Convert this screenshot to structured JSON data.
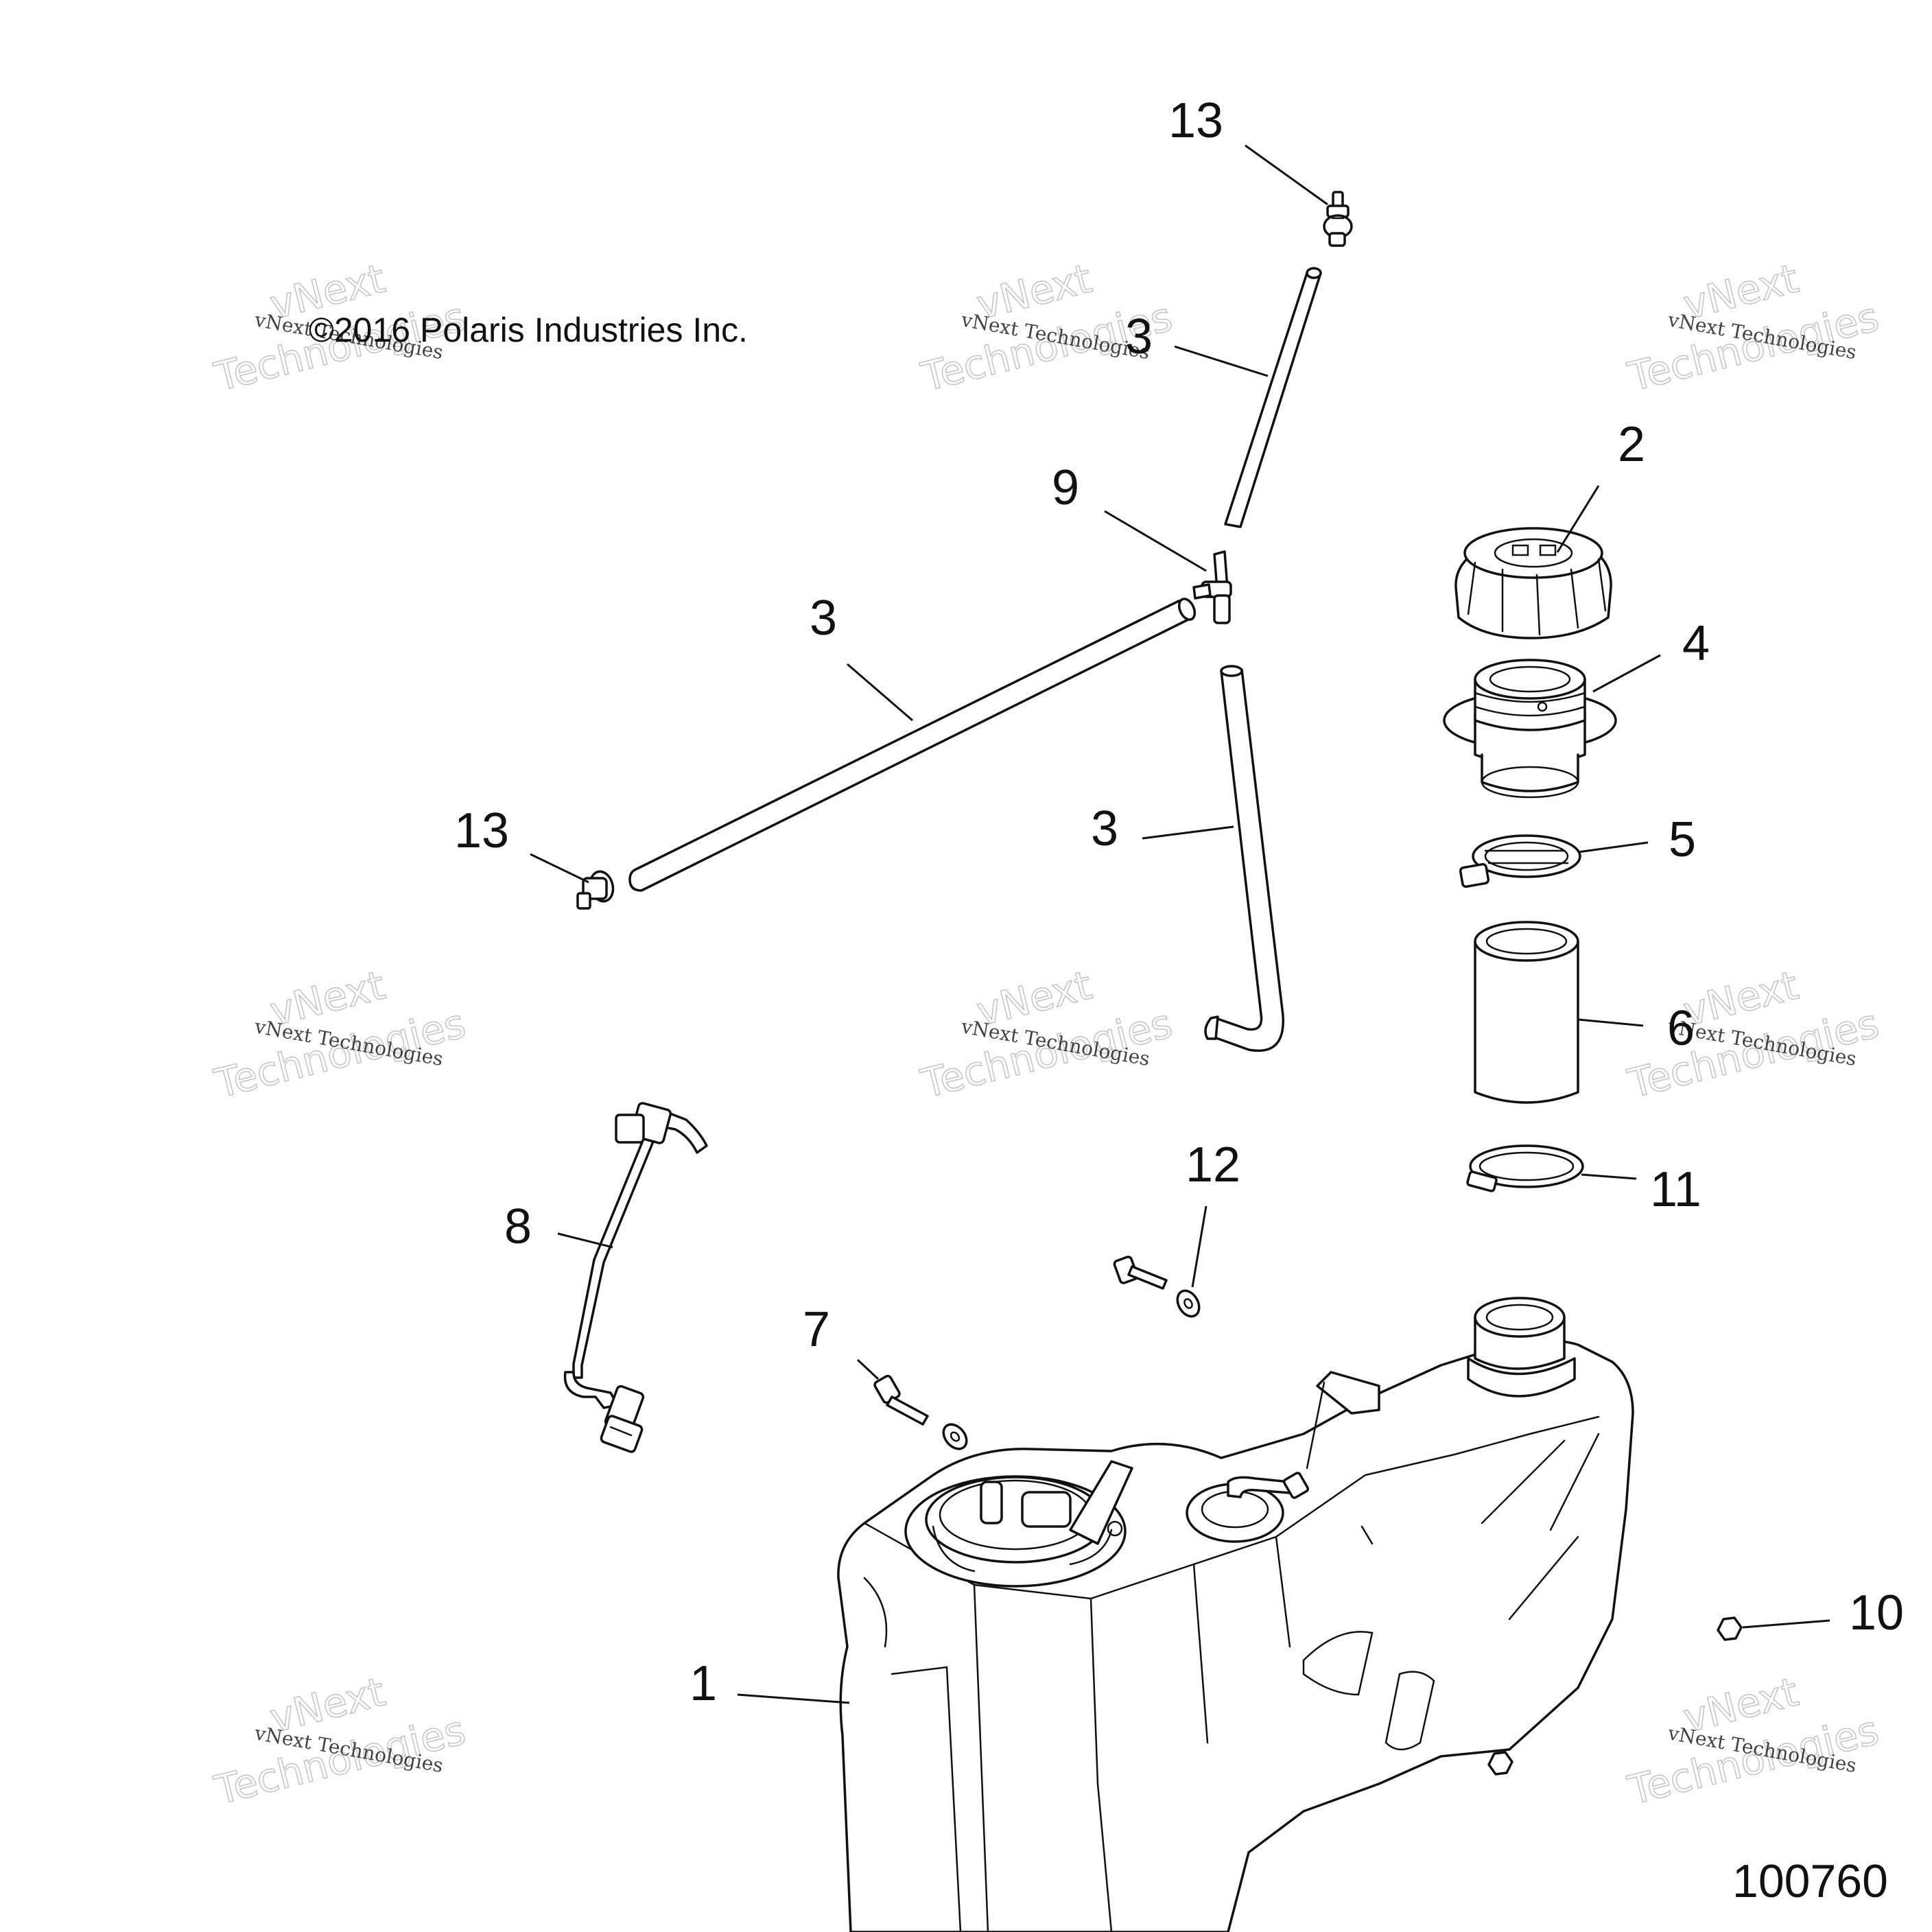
{
  "copyright": "©2016 Polaris Industries Inc.",
  "diagram_id": "100760",
  "watermark": {
    "line1": "vNext",
    "line2": "Technologies",
    "small": "vNext Technologies"
  },
  "callouts": {
    "c1": "1",
    "c2": "2",
    "c3a": "3",
    "c3b": "3",
    "c3c": "3",
    "c4": "4",
    "c5": "5",
    "c6": "6",
    "c7": "7",
    "c8": "8",
    "c9": "9",
    "c10": "10",
    "c11": "11",
    "c12": "12",
    "c13a": "13",
    "c13b": "13"
  }
}
